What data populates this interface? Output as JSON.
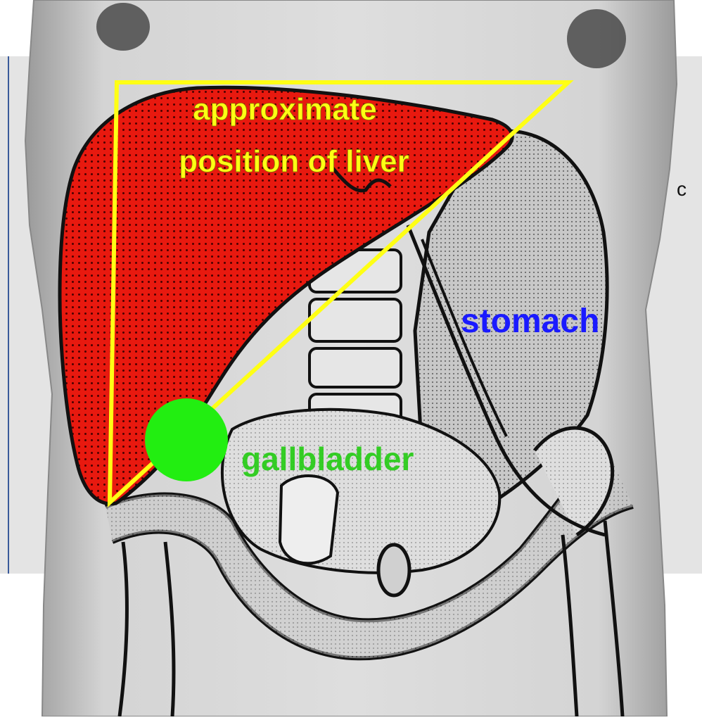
{
  "labels": {
    "liver_line1": "approximate",
    "liver_line2": "position of liver",
    "stomach": "stomach",
    "gallbladder": "gallbladder",
    "edge_fragment": "c"
  },
  "colors": {
    "liver_fill": "#e8190f",
    "liver_dots": "#4a0000",
    "triangle_outline": "#ffff14",
    "liver_label": "#ffff14",
    "stomach_label": "#1a1aff",
    "gallbladder_fill": "#22ee11",
    "gallbladder_label": "#22cc11",
    "skin": "#d6d6d6",
    "outline": "#111111"
  },
  "icons": {
    "gallbladder_marker": "filled-circle",
    "position_marker": "triangle-outline"
  }
}
